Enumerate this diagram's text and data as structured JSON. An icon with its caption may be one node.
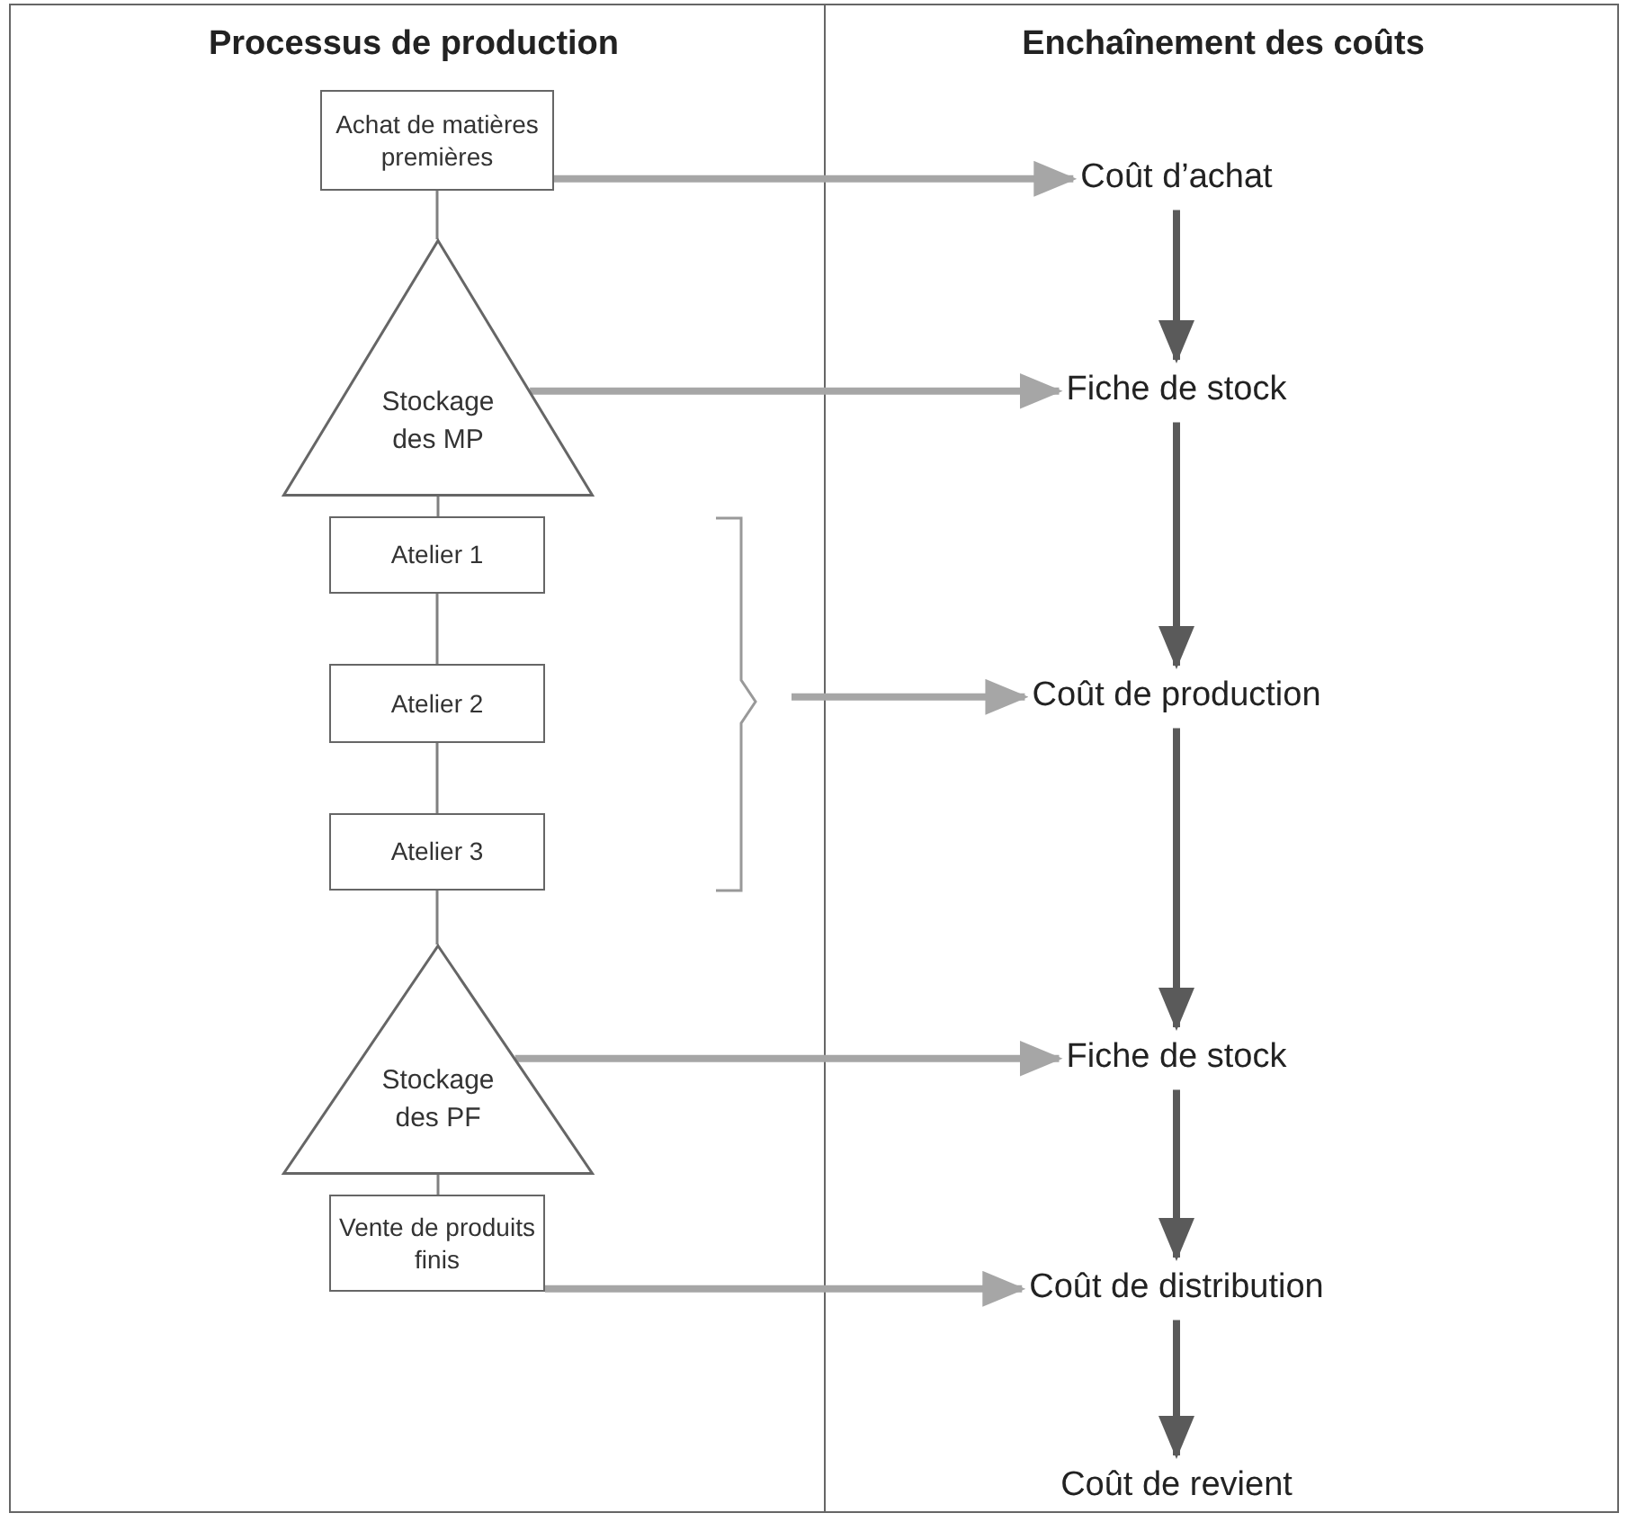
{
  "diagram": {
    "nodes": [
      {
        "text": [
          "Achat de matières premières"
        ]
      },
      {
        "text": [
          "Stockage des MP"
        ]
      },
      {
        "text": [
          "Atelier 1"
        ]
      },
      {
        "text": [
          "Atelier 2"
        ]
      },
      {
        "text": [
          "Atelier 3"
        ]
      },
      {
        "text": [
          "Stockage des PF"
        ]
      },
      {
        "text": [
          "Vente de produits finis"
        ]
      },
      {
        "text": [
          "Coût d’achat"
        ]
      },
      {
        "text": [
          "Fiche de stock"
        ]
      },
      {
        "text": [
          "Coût de production"
        ]
      },
      {
        "text": [
          "Fiche de stock"
        ]
      },
      {
        "text": [
          "Coût de distribution"
        ]
      },
      {
        "text": [
          "Coût de revient"
        ]
      }
    ],
    "edges": [
      {
        "from": 0,
        "to": 1,
        "arrow": "none"
      },
      {
        "from": 1,
        "to": 2,
        "arrow": "none"
      },
      {
        "from": 2,
        "to": 3,
        "arrow": "none"
      },
      {
        "from": 3,
        "to": 4,
        "arrow": "none"
      },
      {
        "from": 4,
        "to": 5,
        "arrow": "none"
      },
      {
        "from": 5,
        "to": 6,
        "arrow": "none"
      },
      {
        "from": 0,
        "to": 7,
        "arrow": "to",
        "color": "#a6a6a6"
      },
      {
        "from": 1,
        "to": 8,
        "arrow": "to",
        "color": "#a6a6a6"
      },
      {
        "from": null,
        "to": 9,
        "arrow": "to",
        "color": "#a6a6a6"
      },
      {
        "from": 5,
        "to": 10,
        "arrow": "to",
        "color": "#a6a6a6"
      },
      {
        "from": 6,
        "to": 11,
        "arrow": "to",
        "color": "#a6a6a6"
      },
      {
        "from": 7,
        "to": 8,
        "arrow": "to",
        "color": "#5a5a5a"
      },
      {
        "from": 8,
        "to": 9,
        "arrow": "to",
        "color": "#5a5a5a"
      },
      {
        "from": 9,
        "to": 10,
        "arrow": "to",
        "color": "#5a5a5a"
      },
      {
        "from": 10,
        "to": 11,
        "arrow": "to",
        "color": "#5a5a5a"
      },
      {
        "from": 11,
        "to": 12,
        "arrow": "to",
        "color": "#5a5a5a"
      }
    ],
    "labels": [
      "Processus de production",
      "Enchaînement des coûts"
    ]
  }
}
